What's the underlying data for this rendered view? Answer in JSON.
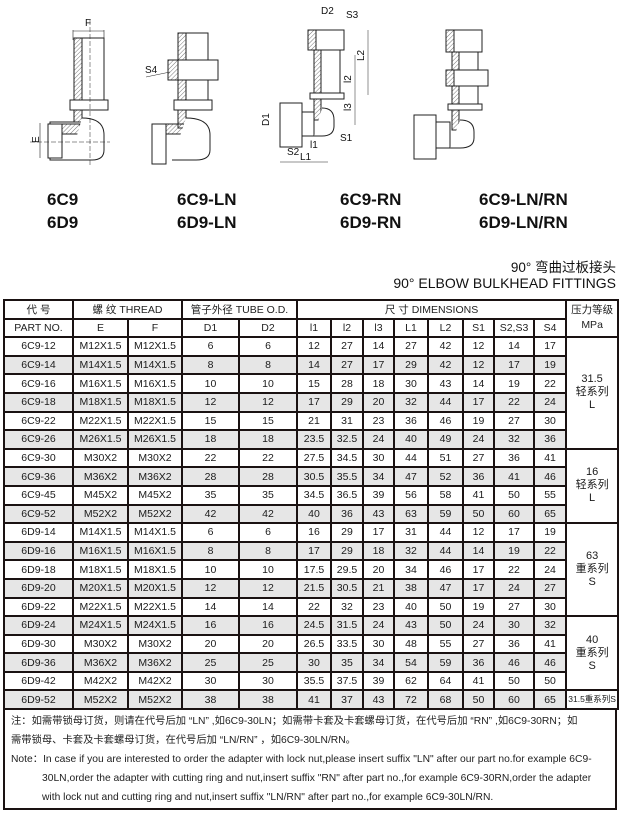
{
  "drawings": {
    "dim_labels": {
      "F": "F",
      "E": "E",
      "S4": "S4",
      "D2": "D2",
      "S3": "S3",
      "L2": "L2",
      "l2": "l2",
      "l3": "l3",
      "D1": "D1",
      "S1": "S1",
      "S2": "S2",
      "l1": "l1",
      "L1": "L1"
    },
    "models": [
      {
        "line1": "6C9",
        "line2": "6D9"
      },
      {
        "line1": "6C9-LN",
        "line2": "6D9-LN"
      },
      {
        "line1": "6C9-RN",
        "line2": "6D9-RN"
      },
      {
        "line1": "6C9-LN/RN",
        "line2": "6D9-LN/RN"
      }
    ]
  },
  "caption": {
    "cn": "90° 弯曲过板接头",
    "en": "90° ELBOW BULKHEAD FITTINGS"
  },
  "table": {
    "header1": {
      "part_cn": "代  号",
      "thread": "螺 纹  THREAD",
      "tube_od": "管子外径 TUBE O.D.",
      "dimensions": "尺  寸   DIMENSIONS",
      "pressure_cn": "压力等级",
      "pressure_unit": "MPa"
    },
    "header2": [
      "PART NO.",
      "E",
      "F",
      "D1",
      "D2",
      "l1",
      "l2",
      "l3",
      "L1",
      "L2",
      "S1",
      "S2,S3",
      "S4"
    ],
    "rows": [
      [
        "6C9-12",
        "M12X1.5",
        "M12X1.5",
        "6",
        "6",
        "12",
        "27",
        "14",
        "27",
        "42",
        "12",
        "14",
        "17"
      ],
      [
        "6C9-14",
        "M14X1.5",
        "M14X1.5",
        "8",
        "8",
        "14",
        "27",
        "17",
        "29",
        "42",
        "12",
        "17",
        "19"
      ],
      [
        "6C9-16",
        "M16X1.5",
        "M16X1.5",
        "10",
        "10",
        "15",
        "28",
        "18",
        "30",
        "43",
        "14",
        "19",
        "22"
      ],
      [
        "6C9-18",
        "M18X1.5",
        "M18X1.5",
        "12",
        "12",
        "17",
        "29",
        "20",
        "32",
        "44",
        "17",
        "22",
        "24"
      ],
      [
        "6C9-22",
        "M22X1.5",
        "M22X1.5",
        "15",
        "15",
        "21",
        "31",
        "23",
        "36",
        "46",
        "19",
        "27",
        "30"
      ],
      [
        "6C9-26",
        "M26X1.5",
        "M26X1.5",
        "18",
        "18",
        "23.5",
        "32.5",
        "24",
        "40",
        "49",
        "24",
        "32",
        "36"
      ],
      [
        "6C9-30",
        "M30X2",
        "M30X2",
        "22",
        "22",
        "27.5",
        "34.5",
        "30",
        "44",
        "51",
        "27",
        "36",
        "41"
      ],
      [
        "6C9-36",
        "M36X2",
        "M36X2",
        "28",
        "28",
        "30.5",
        "35.5",
        "34",
        "47",
        "52",
        "36",
        "41",
        "46"
      ],
      [
        "6C9-45",
        "M45X2",
        "M45X2",
        "35",
        "35",
        "34.5",
        "36.5",
        "39",
        "56",
        "58",
        "41",
        "50",
        "55"
      ],
      [
        "6C9-52",
        "M52X2",
        "M52X2",
        "42",
        "42",
        "40",
        "36",
        "43",
        "63",
        "59",
        "50",
        "60",
        "65"
      ],
      [
        "6D9-14",
        "M14X1.5",
        "M14X1.5",
        "6",
        "6",
        "16",
        "29",
        "17",
        "31",
        "44",
        "12",
        "17",
        "19"
      ],
      [
        "6D9-16",
        "M16X1.5",
        "M16X1.5",
        "8",
        "8",
        "17",
        "29",
        "18",
        "32",
        "44",
        "14",
        "19",
        "22"
      ],
      [
        "6D9-18",
        "M18X1.5",
        "M18X1.5",
        "10",
        "10",
        "17.5",
        "29.5",
        "20",
        "34",
        "46",
        "17",
        "22",
        "24"
      ],
      [
        "6D9-20",
        "M20X1.5",
        "M20X1.5",
        "12",
        "12",
        "21.5",
        "30.5",
        "21",
        "38",
        "47",
        "17",
        "24",
        "27"
      ],
      [
        "6D9-22",
        "M22X1.5",
        "M22X1.5",
        "14",
        "14",
        "22",
        "32",
        "23",
        "40",
        "50",
        "19",
        "27",
        "30"
      ],
      [
        "6D9-24",
        "M24X1.5",
        "M24X1.5",
        "16",
        "16",
        "24.5",
        "31.5",
        "24",
        "43",
        "50",
        "24",
        "30",
        "32"
      ],
      [
        "6D9-30",
        "M30X2",
        "M30X2",
        "20",
        "20",
        "26.5",
        "33.5",
        "30",
        "48",
        "55",
        "27",
        "36",
        "41"
      ],
      [
        "6D9-36",
        "M36X2",
        "M36X2",
        "25",
        "25",
        "30",
        "35",
        "34",
        "54",
        "59",
        "36",
        "46",
        "46"
      ],
      [
        "6D9-42",
        "M42X2",
        "M42X2",
        "30",
        "30",
        "35.5",
        "37.5",
        "39",
        "62",
        "64",
        "41",
        "50",
        "50"
      ],
      [
        "6D9-52",
        "M52X2",
        "M52X2",
        "38",
        "38",
        "41",
        "37",
        "43",
        "72",
        "68",
        "50",
        "60",
        "65"
      ]
    ],
    "pressure_groups": [
      {
        "value": "31.5",
        "series_cn": "轻系列",
        "series": "L",
        "rows": 6
      },
      {
        "value": "16",
        "series_cn": "轻系列",
        "series": "L",
        "rows": 4
      },
      {
        "value": "63",
        "series_cn": "重系列",
        "series": "S",
        "rows": 5
      },
      {
        "value": "40",
        "series_cn": "重系列",
        "series": "S",
        "rows": 4
      },
      {
        "combined": "31.5重系列S",
        "rows": 1
      }
    ]
  },
  "note": {
    "cn_line1": "注：如需带锁母订货，则请在代号后加 “LN” ,如6C9-30LN；如需带卡套及卡套螺母订货，在代号后加 “RN” ,如6C9-30RN；如",
    "cn_line2": "需带锁母、卡套及卡套螺母订货，在代号后加 “LN/RN” ，如6C9-30LN/RN。",
    "en_label": "Note：",
    "en_line1": "In case if you are interested to order the adapter with lock nut,please insert suffix \"LN\" after our part no.for example 6C9-",
    "en_line2": "30LN,order the adapter with cutting ring and nut,insert suffix \"RN\" after part no.,for example 6C9-30RN,order the adapter",
    "en_line3": "with lock nut and cutting ring and nut,insert suffix \"LN/RN\" after part no.,for  example 6C9-30LN/RN."
  }
}
